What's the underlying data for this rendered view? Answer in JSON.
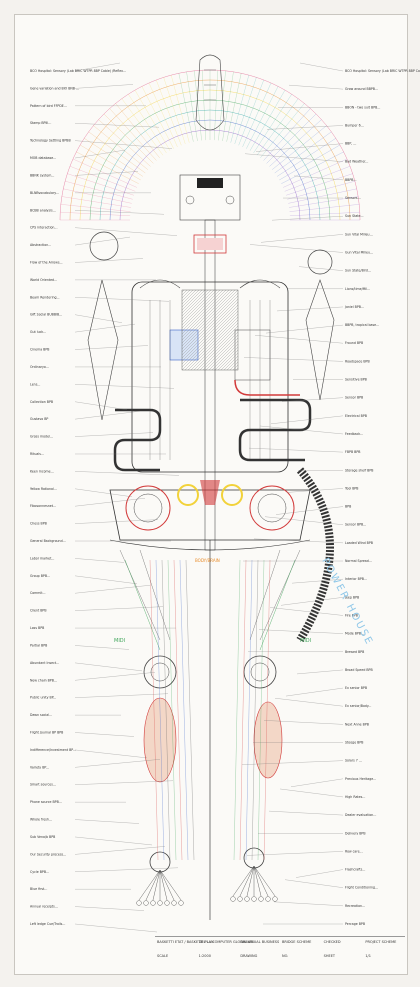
{
  "labels_left": [
    "BCO Hospital: Sensory (Lab BRIC WTPR 8BP Cable) /Reflex...",
    "Gene variation and BIO BNB ...",
    "Pattern of bird FFPDE...",
    "Stamp BPIII...",
    "Technology Settling BPBB",
    "MOB database...",
    "BBNK system...",
    "BLNBvocabulary...",
    "BCBB analysis...",
    "CPS interaction...",
    "Abstraction...",
    "Flow of the Arrows...",
    "World Oriented...",
    "Beam Rendering...",
    "Gift Social BUBBIB...",
    "Gut luck...",
    "Cinema BPB",
    "Ordinaryo...",
    "Lens...",
    "Collection BPB",
    "Gustavo BP",
    "Gross model...",
    "Rituals...",
    "Keen Income...",
    "Yellow Rational...",
    "Fibosonnesnet...",
    "Chess BPB",
    "General Background...",
    "Labor market...",
    "Group BPB...",
    "Commit...",
    "Client BPB",
    "Loss BPB",
    "Partial BPB",
    "Abundant Insect...",
    "New chain BPB...",
    "Public unity BP...",
    "Dawn social...",
    "Flight Journal BP BPB",
    "Indifference/Investment BP...",
    "Variety BP...",
    "Smart sources...",
    "Phone source BPB...",
    "Whole fresh...",
    "Sub Vena/b BPB",
    "Our Security process...",
    "Cycle BPB...",
    "Blue first...",
    "Annual receipts...",
    "Left ledge Cue/Trails..."
  ],
  "labels_right": [
    "BCO Hospital: Sensory (Lab BRIC WTPR 8BP Cable) feedback...",
    "Grow around BBPB...",
    "BBON - two suit BPB...",
    "Bumper 6...",
    "BBP, ...",
    "Bad Weather...",
    "BBPB...",
    "Sensors...",
    "Sun State...",
    "Sun Vital Milieu...",
    "Gun Vital Milieu...",
    "Sun State/Bird...",
    "Lions/time/Mil...",
    "Janiel BPB...",
    "BBPB, tropical base...",
    "Fround BPB",
    "Roadspace BPB",
    "Sensitive BPB",
    "Sensor BPB",
    "Electrical BPB",
    "Feedback...",
    "FBPB BPB",
    "Storage shelf BPB",
    "Tool BPB",
    "BPB",
    "Sensor BPB...",
    "Loaded Wind BPB",
    "Normal Spread...",
    "Interior BPB...",
    "Jeep BPB",
    "Fire BPB",
    "Mode BPB...",
    "Brewed BPB",
    "Broad Speed BPB",
    "Ex senior BPB",
    "Ex senior/Body...",
    "Next Anne BPB",
    "Stooge BPB",
    "Solars 7 ...",
    "Previous Heritage...",
    "High Rates...",
    "Dealer evaluation...",
    "Delivery BPB",
    "Row care...",
    "Flashcrafts...",
    "Flight Conditioning...",
    "Recreation...",
    "Percage BPB"
  ],
  "side_text": "POWER HOUSE",
  "tag_left": "MIDI",
  "tag_right": "MIDI",
  "center_tag": "BODY/BRAIN",
  "title_block": {
    "cells": [
      "BASKETTI ETAT / BASKETTI PLAN",
      "DEL LA COMPUTER GLOBAL VISUAL BUSINESS",
      "DRAWN",
      "BRIDGE SCHEME",
      "CHECKED",
      "PROJECT SCHEME",
      "SCALE",
      "1:2000",
      "DRAWING",
      "NO.",
      "SHEET",
      "1/1"
    ]
  },
  "colors": {
    "red": "#d23a3a",
    "blue": "#3a63c9",
    "green": "#3fa55a",
    "yellow": "#f2d23a",
    "orange": "#e88c2a",
    "line": "#555555",
    "teal": "#2fa6a6"
  }
}
